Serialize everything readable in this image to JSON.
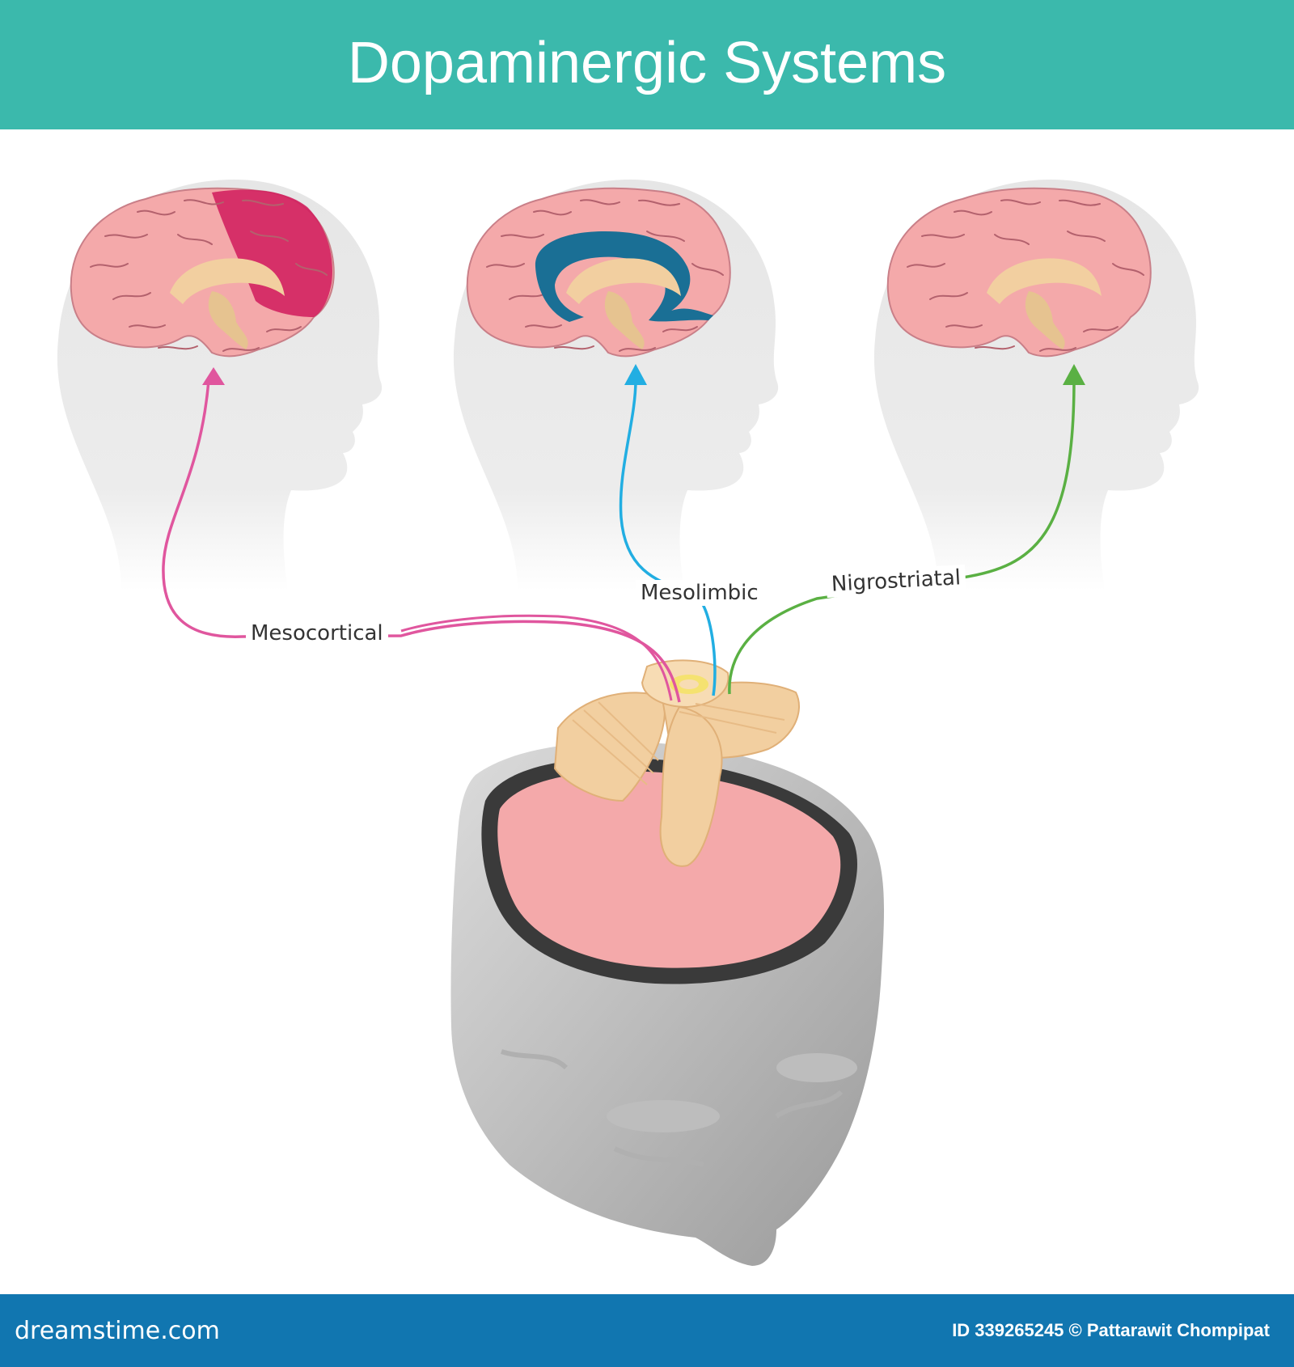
{
  "header": {
    "title": "Dopaminergic Systems"
  },
  "pathways": [
    {
      "label": "Mesocortical",
      "color": "#e0569e"
    },
    {
      "label": "Mesolimbic",
      "color": "#22aee2"
    },
    {
      "label": "Nigrostriatal",
      "color": "#5ab043"
    }
  ],
  "highlights": {
    "mesocortical_region": "#d21f5e",
    "mesolimbic_region": "#1a6f95"
  },
  "footer": {
    "brand": "dreamstime.com",
    "credit": "ID 339265245 © Pattarawit Chompipat"
  },
  "colors": {
    "header_bg": "#3bb9ac",
    "footer_bg": "#1176b0",
    "brain": "#f4a9aa",
    "brainstem": "#f2cfa0",
    "skull": "#cccccc"
  }
}
